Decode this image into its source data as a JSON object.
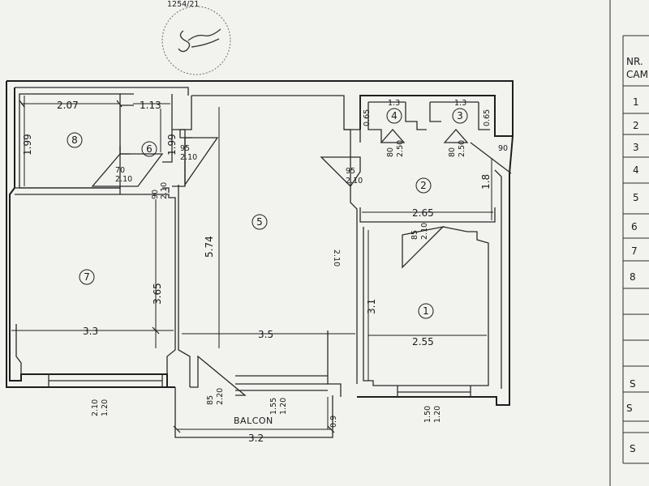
{
  "header": {
    "note": "1254/21"
  },
  "rooms": [
    {
      "num": "1"
    },
    {
      "num": "2"
    },
    {
      "num": "3"
    },
    {
      "num": "4"
    },
    {
      "num": "5"
    },
    {
      "num": "6"
    },
    {
      "num": "7"
    },
    {
      "num": "8"
    }
  ],
  "dims": {
    "d8_w": "2.07",
    "d6_w": "1.13",
    "d8_h": "1.99",
    "d6_h": "1.99",
    "d6_door_w": "70",
    "d6_door_h": "2.10",
    "d5_door_w": "95",
    "d5_door_h": "2.10",
    "d7_door_w": "90",
    "d7_door_h": "2.10",
    "d7_h": "3.65",
    "d7_w": "3.3",
    "d5_h": "5.74",
    "d5_w": "3.5",
    "d5_side": "2.10",
    "d4_w": "1.3",
    "d4_side": "0.65",
    "d4_door_w": "80",
    "d4_door_h": "2.50",
    "d3_w": "1.3",
    "d3_side": "0.65",
    "d3_door_w": "80",
    "d3_door_h": "2.50",
    "d_right_90": "90",
    "d2_door_w": "95",
    "d2_door_h": "2.10",
    "d2_h": "1.8",
    "d2_w": "2.65",
    "d1_door_w": "85",
    "d1_door_h": "2.10",
    "d1_h": "3.1",
    "d1_w": "2.55",
    "win7_w": "2.10",
    "win7_h": "1.20",
    "bal_door_w": "85",
    "bal_door_h": "2.20",
    "win5_w": "1.55",
    "win5_h": "1.20",
    "win1_w": "1.50",
    "win1_h": "1.20",
    "bal_w": "3.2",
    "bal_d": "0.9"
  },
  "balcony_label": "BALCON",
  "table": {
    "header1": "NR.",
    "header2": "CAM",
    "rows": [
      "1",
      "2",
      "3",
      "4",
      "5",
      "6",
      "7",
      "8"
    ],
    "s_rows": [
      "S",
      "S",
      "S"
    ]
  }
}
